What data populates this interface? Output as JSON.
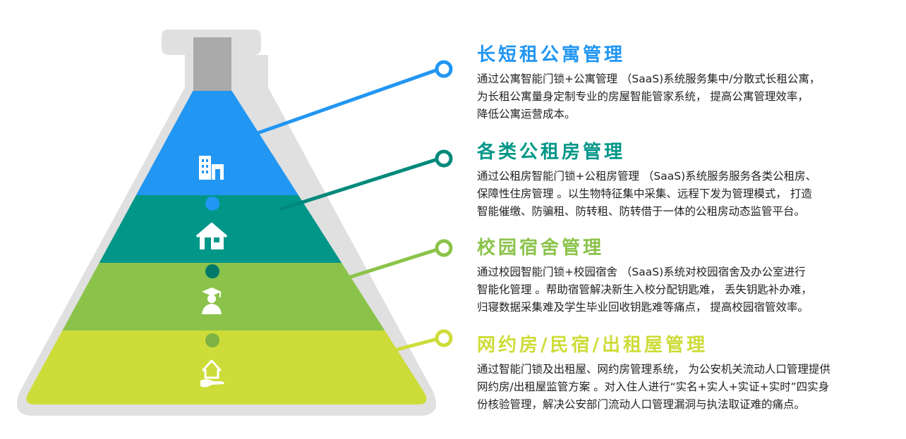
{
  "colors": {
    "blue": "#2196f3",
    "teal": "#009688",
    "green": "#8bc34a",
    "lime": "#cddc39",
    "flask_border": "#e0e0e0",
    "neck_gray": "#aaaaaa"
  },
  "sections": [
    {
      "title": "长短租公寓管理",
      "color": "#2196f3",
      "icon": "building-icon",
      "lines": [
        "通过公寓智能门锁+公寓管理 （SaaS)系统服务集中/分散式长租公寓，",
        "为长租公寓量身定制专业的房屋智能管家系统，  提高公寓管理效率，",
        "降低公寓运营成本。"
      ]
    },
    {
      "title": "各类公租房管理",
      "color": "#009688",
      "icon": "house-icon",
      "lines": [
        "通过公租房智能门锁+公租房管理 （SaaS)系统服务服务各类公租房、",
        "保障性住房管理 。以生物特征集中采集、远程下发为管理模式，  打造",
        "智能催缴、防骗租、防转租、防转借于一体的公租房动态监管平台。"
      ]
    },
    {
      "title": "校园宿舍管理",
      "color": "#8bc34a",
      "icon": "graduate-icon",
      "lines": [
        "通过校园智能门锁+校园宿舍 （SaaS)系统对校园宿舍及办公室进行",
        "智能化管理 。帮助宿管解决新生入校分配钥匙难，  丢失钥匙补办难，",
        "归寝数据采集难及学生毕业回收钥匙难等痛点，  提高校园宿管效率。"
      ]
    },
    {
      "title": "网约房/民宿/出租屋管理",
      "color": "#cddc39",
      "icon": "hand-house-icon",
      "lines": [
        "通过智能门锁及出租屋、网约房管理系统，  为公安机关流动人口管理提供",
        "网约房/出租屋监管方案 。对入住人进行“实名+实人+实证+实时”四实身",
        "份核验管理，解决公安部门流动人口管理漏洞与执法取证难的痛点。"
      ]
    }
  ]
}
